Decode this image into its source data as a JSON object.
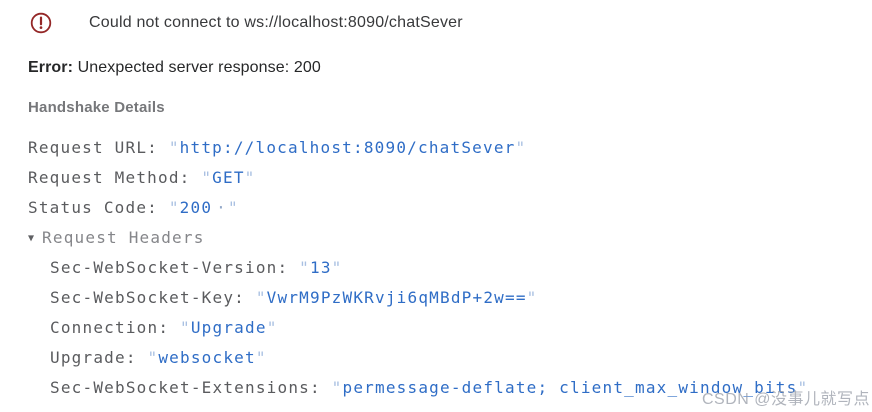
{
  "banner": {
    "icon": "error-circle",
    "message": "Could not connect to ws://localhost:8090/chatSever"
  },
  "error_line": {
    "label": "Error:",
    "text": " Unexpected server response: 200"
  },
  "handshake": {
    "title": "Handshake Details",
    "fields": [
      {
        "key": "Request URL: ",
        "value": "http://localhost:8090/chatSever"
      },
      {
        "key": "Request Method: ",
        "value": "GET"
      },
      {
        "key": "Status Code: ",
        "value": "200",
        "suffix": "·"
      }
    ],
    "headers_section": {
      "toggle_glyph": "▼",
      "label": "Request Headers",
      "headers": [
        {
          "key": "Sec-WebSocket-Version: ",
          "value": "13"
        },
        {
          "key": "Sec-WebSocket-Key: ",
          "value": "VwrM9PzWKRvji6qMBdP+2w=="
        },
        {
          "key": "Connection: ",
          "value": "Upgrade"
        },
        {
          "key": "Upgrade: ",
          "value": "websocket"
        },
        {
          "key": "Sec-WebSocket-Extensions: ",
          "value": "permessage-deflate; client_max_window_bits"
        }
      ]
    }
  },
  "misc": {
    "quote": "\""
  },
  "watermark": "CSDN @没事儿就写点",
  "colors": {
    "error_red": "#942727",
    "value_blue": "#2f6dc6",
    "quote_blue": "#a9c0e2",
    "key_gray": "#5a5b5e",
    "background": "#ffffff"
  }
}
